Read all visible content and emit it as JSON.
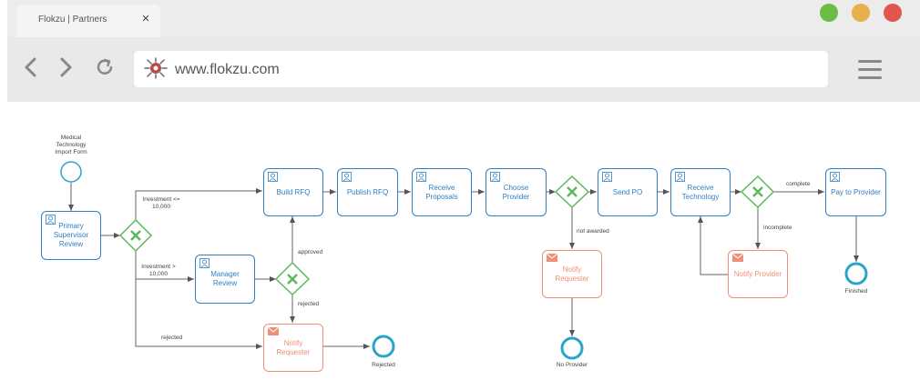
{
  "browser": {
    "tab_title": "Flokzu | Partners",
    "tab_close": "×",
    "url": "www.flokzu.com",
    "window_colors": {
      "green": "#6cbd45",
      "yellow": "#e6b04c",
      "red": "#e1574f"
    }
  },
  "diagram": {
    "start_event_label": "Medical Technology Import Form",
    "tasks": {
      "primary_supervisor_review": "Primary Supervisor Review",
      "manager_review": "Manager Review",
      "build_rfq": "Build RFQ",
      "publish_rfq": "Publish RFQ",
      "receive_proposals": "Receive Proposals",
      "choose_provider": "Choose Provider",
      "send_po": "Send PO",
      "receive_technology": "Receive Technology",
      "pay_to_provider": "Pay to Provider",
      "notify_requester_1": "Notify Requester",
      "notify_requester_2": "Notify Requester",
      "notify_provider": "Notify Provider"
    },
    "flow_labels": {
      "investment_le": "Investment <= 10,000",
      "investment_gt": "Investment > 10,000",
      "rejected_1": "rejected",
      "approved": "approved",
      "rejected_2": "rejected",
      "not_awarded": "not awarded",
      "complete": "complete",
      "incomplete": "incomplete"
    },
    "end_events": {
      "rejected": "Rejected",
      "no_provider": "No Provider",
      "finished": "Finished"
    },
    "colors": {
      "task_border": "#2e7fc5",
      "message_task": "#f08f78",
      "gateway": "#5cb85c",
      "start_event": "#28a5c9",
      "end_event": "#28a5c9",
      "flow": "#555555"
    },
    "icons": [
      "user-icon",
      "envelope-icon",
      "exclusive-gateway-icon"
    ]
  }
}
